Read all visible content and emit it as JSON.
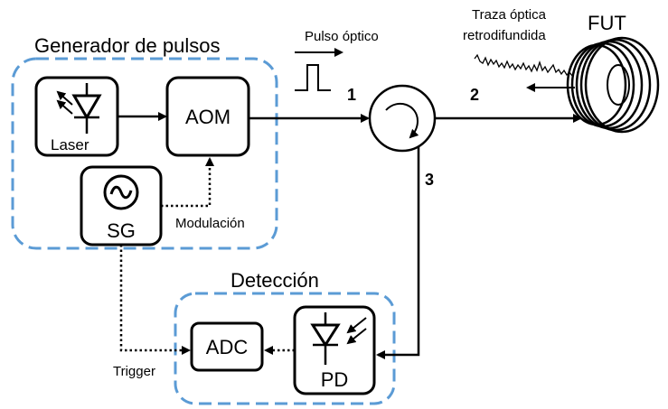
{
  "groups": {
    "pulse_generator": "Generador de pulsos",
    "detection": "Detección"
  },
  "blocks": {
    "laser": "Laser",
    "aom": "AOM",
    "sg": "SG",
    "adc": "ADC",
    "pd": "PD"
  },
  "labels": {
    "optical_pulse": "Pulso óptico",
    "backscatter_line1": "Traza óptica",
    "backscatter_line2": "retrodifundida",
    "fut": "FUT",
    "modulation": "Modulación",
    "trigger": "Trigger"
  },
  "ports": {
    "p1": "1",
    "p2": "2",
    "p3": "3"
  },
  "colors": {
    "group_outline": "#5b9bd5",
    "lines": "#000000"
  }
}
